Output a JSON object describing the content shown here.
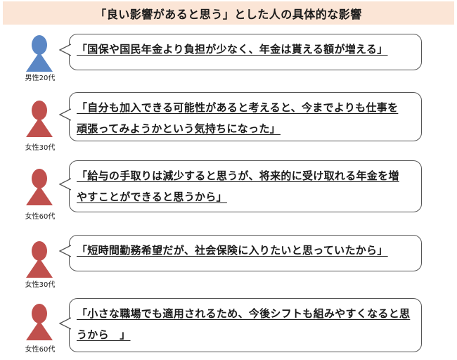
{
  "title": "「良い影響があると思う」とした人の具体的な影響",
  "colors": {
    "male": "#5b87c5",
    "female": "#c0504d",
    "header_bg": "#fbe5d6"
  },
  "items": [
    {
      "person": "男性20代",
      "gender": "male",
      "lines": [
        "「国保や国民年金より負担が少なく、年金は貰える額が増える」"
      ]
    },
    {
      "person": "女性30代",
      "gender": "female",
      "lines": [
        "「自分も加入できる可能性があると考えると、今までよりも仕事を",
        "頑張ってみようかという気持ちになった」"
      ]
    },
    {
      "person": "女性60代",
      "gender": "female",
      "lines": [
        "「給与の手取りは減少すると思うが、将来的に受け取れる年金を増",
        "やすことができると思うから」"
      ]
    },
    {
      "person": "女性30代",
      "gender": "female",
      "lines": [
        "「短時間勤務希望だが、社会保険に入りたいと思っていたから」"
      ]
    },
    {
      "person": "女性60代",
      "gender": "female",
      "lines": [
        "「小さな職場でも適用されるため、今後シフトも組みやすくなると思",
        "うから　」"
      ]
    }
  ]
}
